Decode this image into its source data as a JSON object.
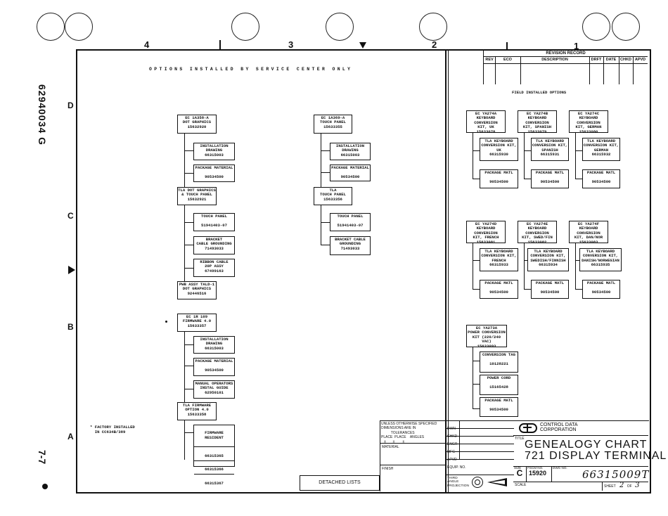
{
  "side": {
    "doc_number": "62940034 G",
    "page_label": "7-7"
  },
  "zones": {
    "n4": "4",
    "n3": "3",
    "n2": "2",
    "n1": "1",
    "rD": "D",
    "rC": "C",
    "rB": "B",
    "rA": "A"
  },
  "left": {
    "heading": "OPTIONS INSTALLED BY SERVICE CENTER ONLY",
    "col1": {
      "ec": "EC 1A358-A\nDOT GRAPHICS\n15632920",
      "install": "INSTALLATION\nDRAWING\n66315003",
      "package": "PACKAGE MATERIAL\n\n90534500",
      "tla": "TLA DOT GRAPHICS\n& TOUCH PANEL\n15632921",
      "touch": "TOUCH PANEL\n\n51941403-07",
      "bracket": "BRACKET\nCABLE GROUNDING\n71493033",
      "ribbon": "RIBBON CABLE\n20P ASSY\n67499163",
      "pwb": "PWB ASSY TALD-1\nDOT GRAPHICS\n92446516"
    },
    "col2": {
      "ec": "EC 1A369-A\nTOUCH PANEL\n15633355",
      "install": "INSTALLATION\nDRAWING\n66315003",
      "package": "PACKAGE MATERIAL\n\n90534500",
      "tla": "TLA\nTOUCH PANEL\n15633356",
      "touch": "TOUCH PANEL\n\n51941403-07",
      "bracket": "BRACKET CABLE\nGROUNDING\n71493033"
    },
    "fw": {
      "ec": "EC 1R 109\nFIRMWARE 4.0\n15633357",
      "install": "INSTALLATION\nDRAWING\n66315003",
      "package": "PACKAGE MATERIAL\n\n90534500",
      "manual": "MANUAL OPERATORS\nINSTAL GUIDE\n62950101",
      "tla": "TLA FIRMWARE\nOPTION 4.0\n15633358",
      "resident": "FIRMWARE\nRESIDENT",
      "p1": "66315365",
      "p2": "66315366",
      "p3": "66315367"
    },
    "footnote": "* FACTORY INSTALLED\n  IN CC634B/389",
    "detached": "DETACHED LISTS"
  },
  "right": {
    "field_title": "FIELD INSTALLED OPTIONS",
    "revision_title": "REVISION RECORD",
    "rev_cols": [
      "REV",
      "ECO",
      "DESCRIPTION",
      "DRFT",
      "DATE",
      "CHKD",
      "APVD"
    ],
    "groups": [
      {
        "ec": "EC YA274A\nKEYBOARD CONVERSION\nKIT, UK\n15633078",
        "tla": "TLA KEYBOARD\nCONVERSION KIT,\nUK\n66315930",
        "pkg": "PACKAGE MATL\n\n90534500"
      },
      {
        "ec": "EC YA274B\nKEYBOARD CONVERSION\nKIT, SPANISH\n15633079",
        "tla": "TLA KEYBOARD\nCONVERSION KIT,\nSPANISH\n66315931",
        "pkg": "PACKAGE MATL\n\n90534500"
      },
      {
        "ec": "EC YA274C\nKEYBOARD CONVERSION\nKIT, GERMAN\n15633080",
        "tla": "TLA KEYBOARD\nCONVERSION KIT,\nGERMAN\n66315932",
        "pkg": "PACKAGE MATL\n\n90534500"
      },
      {
        "ec": "EC YA274D\nKEYBOARD CONVERSION\nKIT, FRENCH\n15633081",
        "tla": "TLA KEYBOARD\nCONVERSION KIT,\nFRENCH\n66315933",
        "pkg": "PACKAGE MATL\n\n90534500"
      },
      {
        "ec": "EC YA274E\nKEYBOARD CONVERSION\nKIT, SWED/FIN\n15633082",
        "tla": "TLA KEYBOARD\nCONVERSION KIT,\nSWEDISH/FINNISH\n66315934",
        "pkg": "PACKAGE MATL\n\n90534500"
      },
      {
        "ec": "EC YA274F\nKEYBOARD CONVERSION\nKIT, DAN/NOR\n15633083",
        "tla": "TLA KEYBOARD\nCONVERSION KIT,\nDANISH/NORWEGIAN\n66315935",
        "pkg": "PACKAGE MATL\n\n90534500"
      }
    ],
    "power": {
      "ec": "EC YA273A\nPOWER CONVERSION\nKIT (220/240 VAC)\n15633093",
      "tag": "CONVERSION TAG\n\n10128221",
      "cord": "POWER CORD\n\n15165428",
      "pkg": "PACKAGE MATL\n\n90534500"
    }
  },
  "titleblock": {
    "tol_text": "UNLESS OTHERWISE SPECIFIED\nDIMENSIONS ARE IN\n          TOLERANCES\nPLACE  PLACE    ANGLES\n   ±       ±        ±",
    "material": "MATERIAL",
    "finish": "FINISH",
    "third_angle": "THIRD\nANGLE\nPROJECTION",
    "sign_rows": [
      "DWN",
      "CHKD",
      "ENGR",
      "MFG",
      "APVD"
    ],
    "equip_no": "EQUIP. NO.",
    "company": "CONTROL DATA\nCORPORATION",
    "title_label": "TITLE",
    "title1": "GENEALOGY CHART",
    "title2": "721 DISPLAY TERMINAL",
    "size_label": "SIZE",
    "size": "C",
    "fscm_label": "FSCM NO.",
    "fscm": "15920",
    "dwg_label": "DWG NO.",
    "dwg": "66315009",
    "rev_letter": "T",
    "scale_label": "SCALE",
    "sheet_label": "SHEET",
    "sheet": "2",
    "of_label": "OF",
    "of": "3"
  }
}
